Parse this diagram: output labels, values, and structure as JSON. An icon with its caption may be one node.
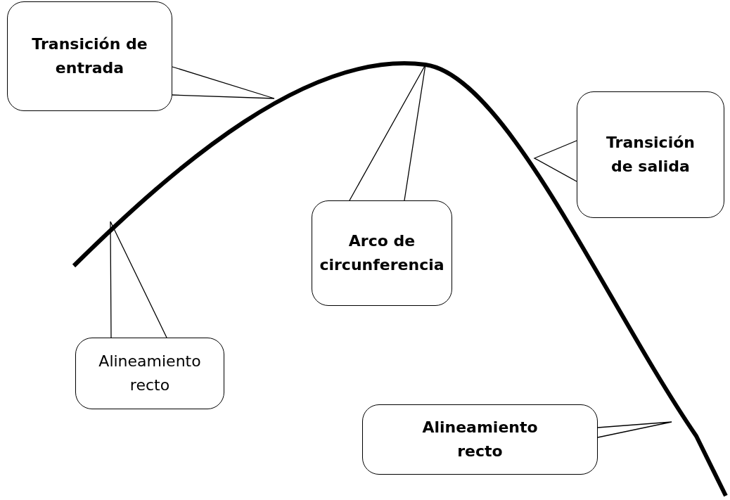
{
  "diagram": {
    "nodes": [
      {
        "text": [
          "Transición de entrada"
        ]
      },
      {
        "text": [
          "Transición de salida"
        ]
      },
      {
        "text": [
          "Arco de circunferencia"
        ]
      },
      {
        "text": [
          "Alineamiento recto"
        ]
      },
      {
        "text": [
          "Alineamiento recto"
        ]
      }
    ],
    "edges": [
      {
        "from": 0,
        "to": null,
        "arrow": "none"
      },
      {
        "from": 1,
        "to": null,
        "arrow": "none"
      },
      {
        "from": 2,
        "to": null,
        "arrow": "none"
      },
      {
        "from": 3,
        "to": null,
        "arrow": "none"
      },
      {
        "from": 4,
        "to": null,
        "arrow": "none"
      }
    ]
  }
}
